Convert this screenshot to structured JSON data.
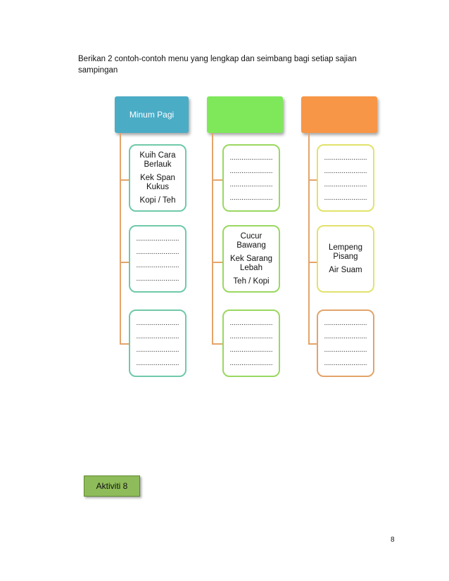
{
  "instruction": "Berikan 2 contoh-contoh menu yang lengkap dan seimbang bagi setiap sajian sampingan",
  "dots": "......................",
  "colors": {
    "header_blue": "#4bacc6",
    "header_green": "#7fe85a",
    "header_orange": "#f79646",
    "box_teal": "#6fc9a8",
    "box_green": "#9ad860",
    "box_yellow": "#e2e26c",
    "box_tan": "#e3a46a",
    "line_orange": "#e3a46a"
  },
  "columns": [
    {
      "header": "Minum Pagi",
      "boxes": [
        {
          "lines": [
            "Kuih Cara",
            "Berlauk",
            "",
            "Kek Span",
            "Kukus",
            "",
            "Kopi / Teh"
          ]
        },
        {
          "blank": true
        },
        {
          "blank": true
        }
      ]
    },
    {
      "header": "",
      "boxes": [
        {
          "blank": true
        },
        {
          "lines": [
            "Cucur",
            "Bawang",
            "",
            "Kek Sarang",
            "Lebah",
            "",
            "Teh / Kopi"
          ]
        },
        {
          "blank": true
        }
      ]
    },
    {
      "header": "",
      "boxes": [
        {
          "blank": true
        },
        {
          "lines": [
            "Lempeng",
            "Pisang",
            "",
            "Air Suam"
          ]
        },
        {
          "blank": true
        }
      ]
    }
  ],
  "activity_label": "Aktiviti 8",
  "page_number": "8"
}
